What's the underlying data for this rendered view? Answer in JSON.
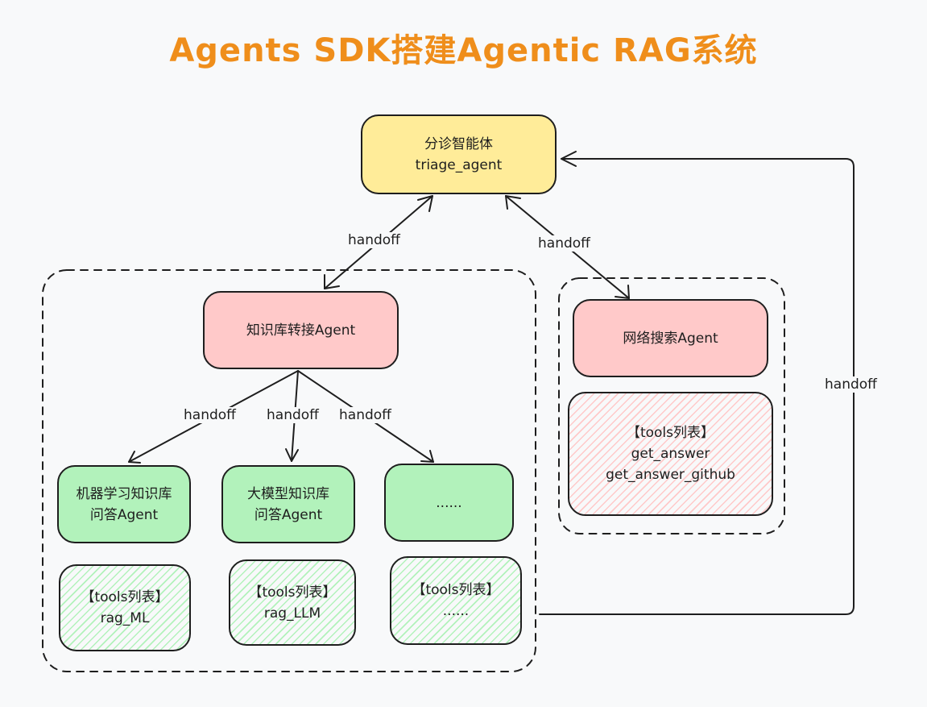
{
  "title": "Agents SDK搭建Agentic RAG系统",
  "colors": {
    "title": "#ef8e1b",
    "stroke": "#1e1e1e",
    "triage_fill": "#ffec99",
    "router_fill": "#ffc9c9",
    "expert_fill": "#b2f2bb",
    "background": "#f8f9fa"
  },
  "triage": {
    "line1": "分诊智能体",
    "line2": "triage_agent"
  },
  "kb_router": {
    "label": "知识库转接Agent"
  },
  "web_search": {
    "label": "网络搜索Agent"
  },
  "web_tools": {
    "line1": "【tools列表】",
    "line2": "get_answer",
    "line3": "get_answer_github"
  },
  "experts": [
    {
      "line1": "机器学习知识库",
      "line2": "问答Agent"
    },
    {
      "line1": "大模型知识库",
      "line2": "问答Agent"
    },
    {
      "line1": "......",
      "line2": ""
    }
  ],
  "expert_tools": [
    {
      "line1": "【tools列表】",
      "line2": "rag_ML"
    },
    {
      "line1": "【tools列表】",
      "line2": "rag_LLM"
    },
    {
      "line1": "【tools列表】",
      "line2": "......"
    }
  ],
  "edges": {
    "triage_kb": "handoff",
    "triage_web": "handoff",
    "kb_expert1": "handoff",
    "kb_expert2": "handoff",
    "kb_expert3": "handoff",
    "return": "handoff"
  }
}
